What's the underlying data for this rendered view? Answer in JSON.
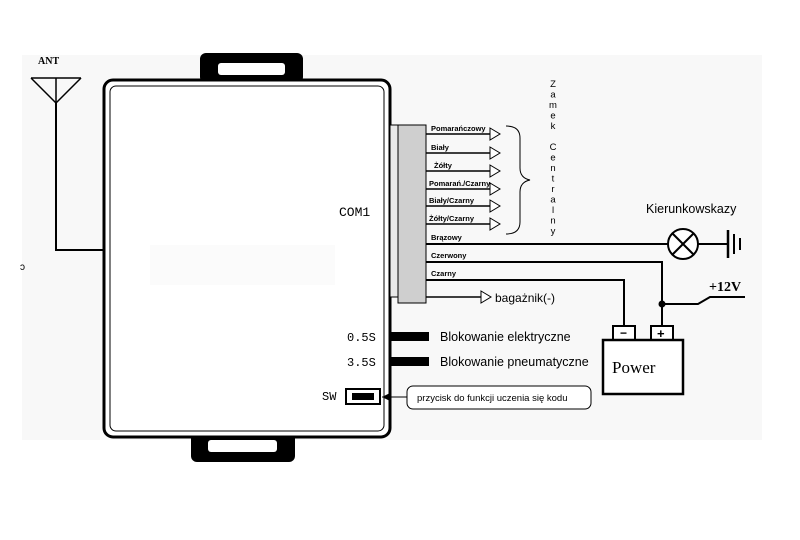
{
  "antenna": {
    "label": "ANT"
  },
  "module": {
    "com_label": "COM1",
    "sw_label": "SW"
  },
  "wires": [
    {
      "label": "Pomarańczowy"
    },
    {
      "label": "Biały"
    },
    {
      "label": "Żółty"
    },
    {
      "label": "Pomarań./Czarny"
    },
    {
      "label": "Biały/Czarny"
    },
    {
      "label": "Żółty/Czarny"
    },
    {
      "label": "Brązowy"
    },
    {
      "label": "Czerwony"
    },
    {
      "label": "Czarny"
    }
  ],
  "central_lock": {
    "letters": [
      "Z",
      "a",
      "m",
      "e",
      "k",
      "",
      "C",
      "e",
      "n",
      "t",
      "r",
      "a",
      "l",
      "n",
      "y"
    ]
  },
  "indicators": {
    "label": "Kierunkowskazy"
  },
  "trunk": {
    "label": "bagażnik(-)"
  },
  "power": {
    "label": "Power",
    "voltage": "+12V",
    "minus": "−",
    "plus": "+"
  },
  "outputs": [
    {
      "time": "0.5S",
      "label": "Blokowanie elektryczne"
    },
    {
      "time": "3.5S",
      "label": "Blokowanie pneumatyczne"
    }
  ],
  "button_callout": {
    "label": "przycisk do funkcji uczenia się kodu"
  },
  "stray_mark": "ɔ"
}
